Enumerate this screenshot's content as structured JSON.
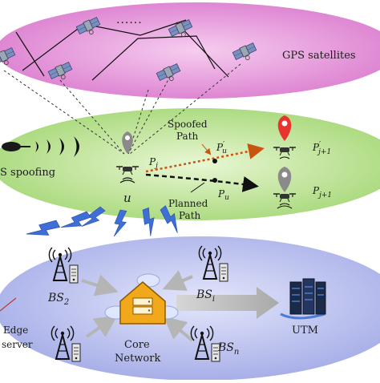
{
  "layers": {
    "gps_label": "GPS satellites",
    "ellipsis": "......"
  },
  "uav_layer": {
    "spoofing_label": "S spoofing",
    "spoofed_path_line1": "Spoofed",
    "spoofed_path_line2": "Path",
    "planned_path_line1": "Planned",
    "planned_path_line2": "Path",
    "uav_label": "u",
    "pj_main": "P",
    "pj_sub": "j",
    "pu_prime_main": "P",
    "pu_prime_sup": "′",
    "pu_prime_sub": "u",
    "pu_main": "P",
    "pu_sub": "u",
    "pj1_top_main": "P",
    "pj1_top_sup": "′",
    "pj1_top_sub": "j+1",
    "pj1_bottom_main": "P",
    "pj1_bottom_sub": "j+1"
  },
  "network_layer": {
    "bs2_main": "BS",
    "bs2_sub": "2",
    "bsi_main": "BS",
    "bsi_sub": "i",
    "bsn_main": "BS",
    "bsn_sub": "n",
    "core_line1": "Core",
    "core_line2": "Network",
    "edge_line1": "Edge",
    "edge_line2": "server",
    "utm_label": "UTM"
  },
  "colors": {
    "gps_layer": "#e79bdc",
    "uav_layer": "#bfe59c",
    "network_layer": "#b9bff0",
    "spoofed_path": "#c8550f",
    "planned_path": "#111111",
    "wireless_bolt": "#3f6fd6",
    "core_house": "#f2a81b",
    "location_pin_spoofed": "#e8332f",
    "location_pin_normal": "#8a8a8a"
  },
  "icons": [
    "satellite-icon",
    "uav-icon",
    "location-pin-icon",
    "base-station-icon",
    "server-icon",
    "core-network-icon",
    "utm-datacenter-icon",
    "lightning-icon"
  ]
}
